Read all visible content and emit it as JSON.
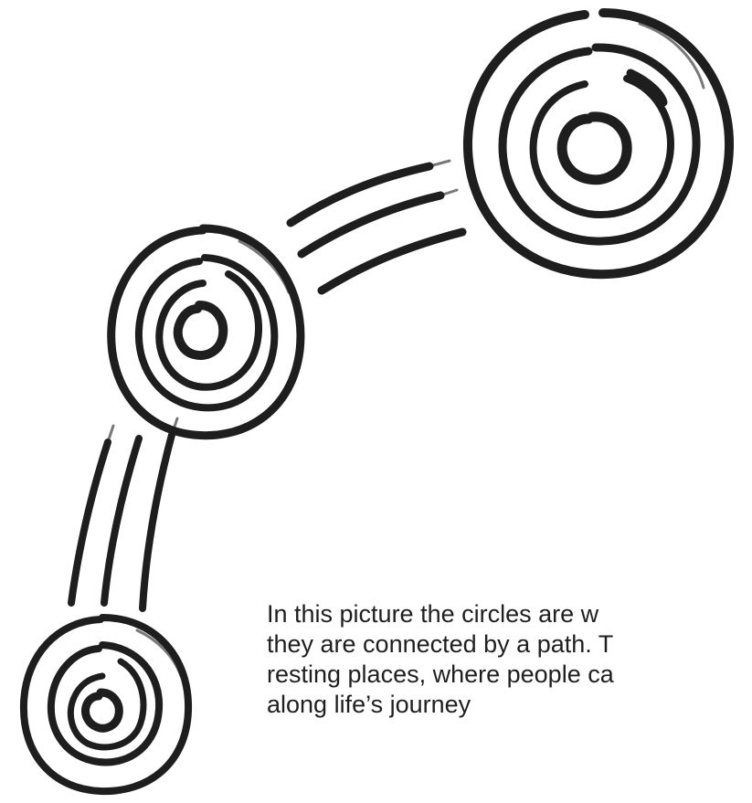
{
  "caption": {
    "lines": [
      "In this picture the circles are w",
      "they are connected by a path. T",
      "resting places, where people ca",
      "along life’s journey"
    ]
  },
  "colors": {
    "ink": "#1e1e1e",
    "background": "#ffffff",
    "text": "#1f1f1f"
  },
  "icons": [
    "concentric-circle-symbol",
    "path-lines-symbol"
  ]
}
